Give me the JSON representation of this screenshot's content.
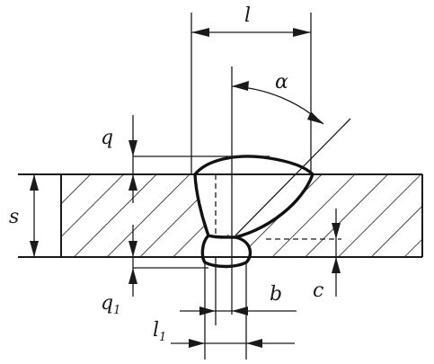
{
  "diagram": {
    "labels": {
      "l": "l",
      "alpha": "α",
      "q": "q",
      "s": "s",
      "q1_main": "q",
      "q1_sub": "1",
      "b": "b",
      "c": "c",
      "l1_main": "l",
      "l1_sub": "1"
    }
  }
}
